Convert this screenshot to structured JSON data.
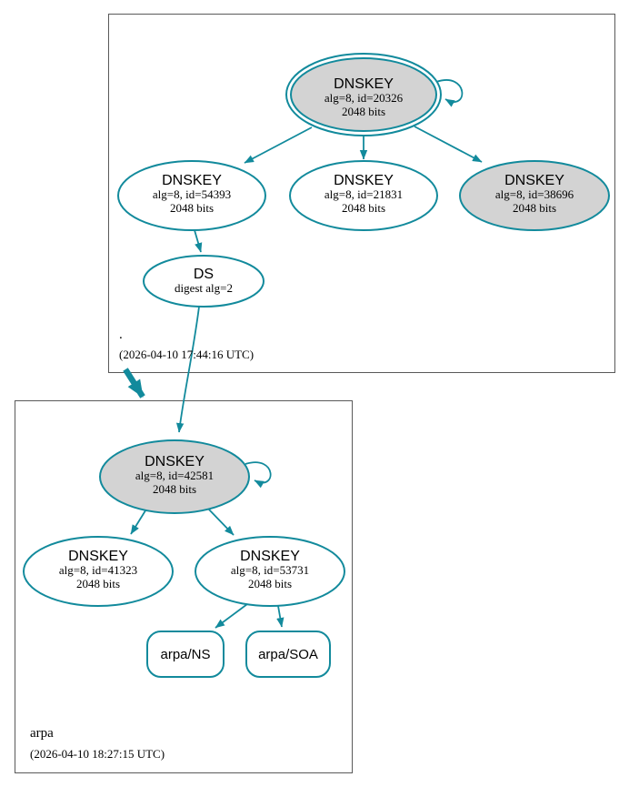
{
  "colors": {
    "edge": "#128a9c",
    "ksk_fill": "#d3d3d3",
    "node_fill": "#ffffff",
    "box_border": "#595959",
    "text": "#000000"
  },
  "root_zone": {
    "label": ".",
    "timestamp": "(2026-04-10 17:44:16 UTC)",
    "ksk_20326": {
      "type": "DNSKEY",
      "alg": "alg=8, id=20326",
      "bits": "2048 bits"
    },
    "zsk_54393": {
      "type": "DNSKEY",
      "alg": "alg=8, id=54393",
      "bits": "2048 bits"
    },
    "zsk_21831": {
      "type": "DNSKEY",
      "alg": "alg=8, id=21831",
      "bits": "2048 bits"
    },
    "ksk_38696": {
      "type": "DNSKEY",
      "alg": "alg=8, id=38696",
      "bits": "2048 bits"
    },
    "ds": {
      "type": "DS",
      "detail": "digest alg=2"
    }
  },
  "arpa_zone": {
    "label": "arpa",
    "timestamp": "(2026-04-10 18:27:15 UTC)",
    "ksk_42581": {
      "type": "DNSKEY",
      "alg": "alg=8, id=42581",
      "bits": "2048 bits"
    },
    "zsk_41323": {
      "type": "DNSKEY",
      "alg": "alg=8, id=41323",
      "bits": "2048 bits"
    },
    "zsk_53731": {
      "type": "DNSKEY",
      "alg": "alg=8, id=53731",
      "bits": "2048 bits"
    },
    "rrset_ns": {
      "label": "arpa/NS"
    },
    "rrset_soa": {
      "label": "arpa/SOA"
    }
  }
}
